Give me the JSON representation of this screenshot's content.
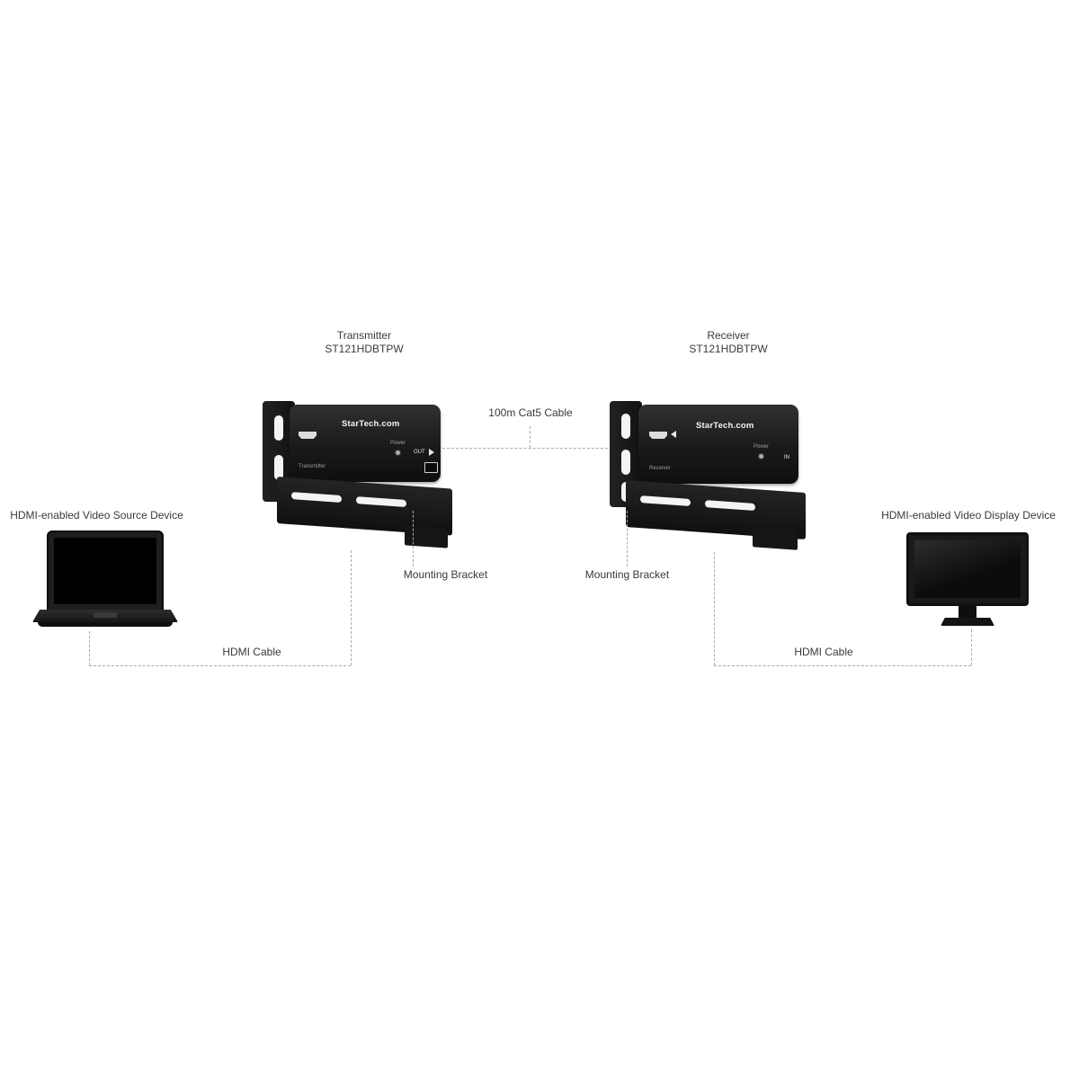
{
  "transmitter": {
    "title": "Transmitter",
    "model": "ST121HDBTPW",
    "brand": "StarTech.com",
    "face_label": "Transmitter",
    "power_label": "Power",
    "port_label": "OUT"
  },
  "receiver": {
    "title": "Receiver",
    "model": "ST121HDBTPW",
    "brand": "StarTech.com",
    "face_label": "Receiver",
    "power_label": "Power",
    "port_label": "IN"
  },
  "connections": {
    "cat5_label": "100m Cat5 Cable",
    "hdmi_cable_left": "HDMI Cable",
    "hdmi_cable_right": "HDMI Cable"
  },
  "callouts": {
    "mounting_bracket_left": "Mounting Bracket",
    "mounting_bracket_right": "Mounting Bracket"
  },
  "endpoints": {
    "source_label": "HDMI-enabled Video Source Device",
    "display_label": "HDMI-enabled Video Display Device"
  },
  "colors": {
    "device_black": "#151515",
    "dash_gray": "#aaaaaa",
    "label_text": "#3a3a3a"
  }
}
